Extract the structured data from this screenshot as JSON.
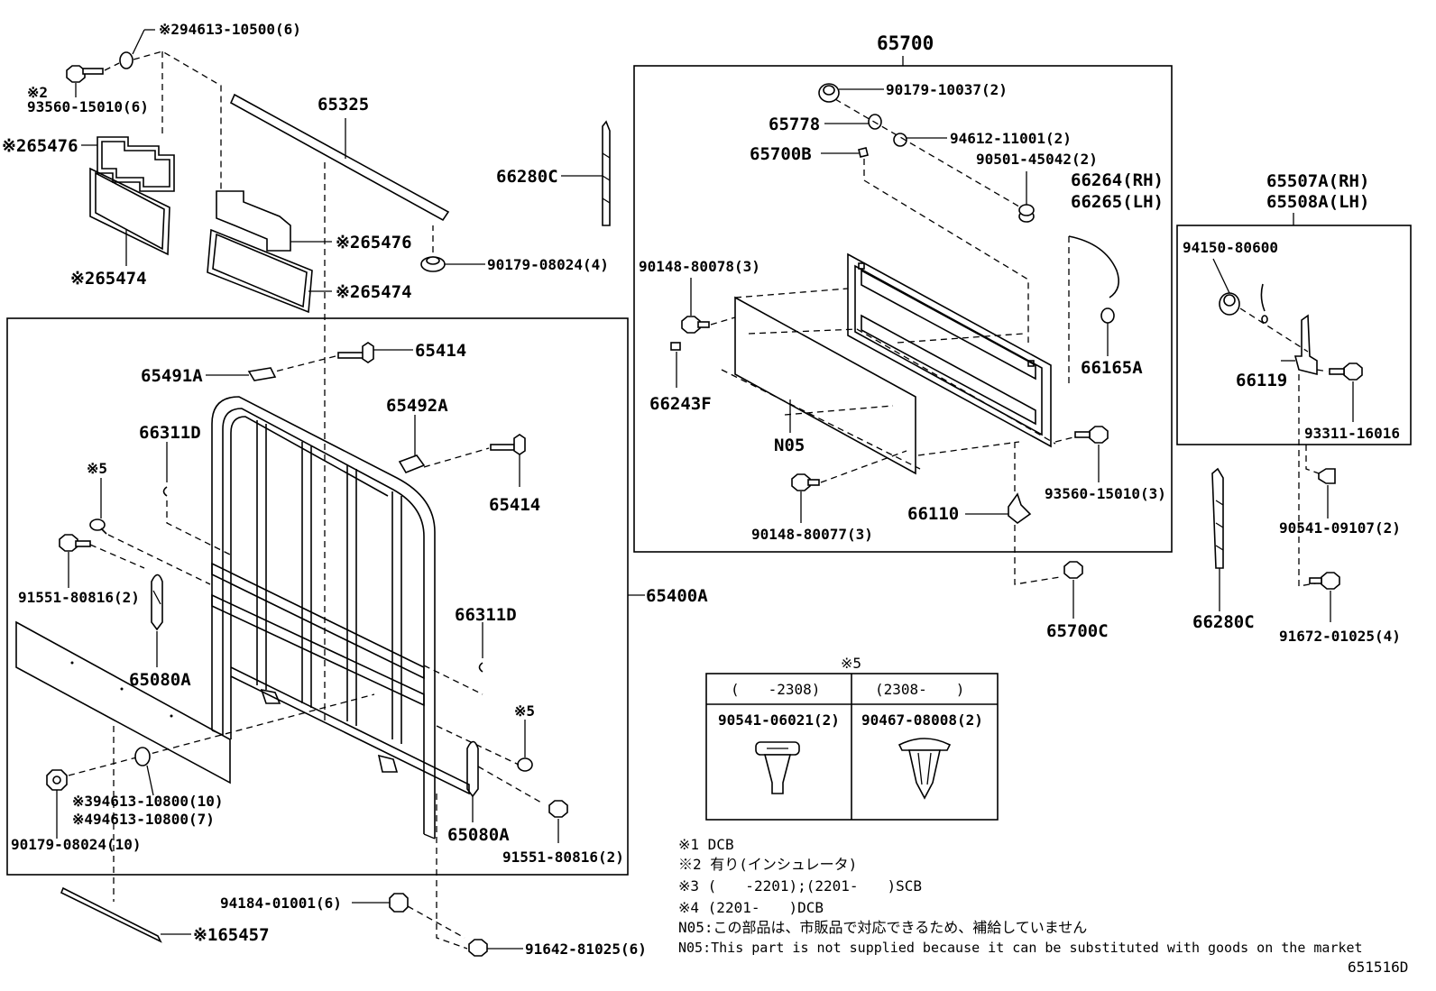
{
  "labels": {
    "l_9461310500": "※294613-10500(6)",
    "l_93560_15010_x2a": "※2",
    "l_93560_15010": "93560-15010(6)",
    "l_65476_a": "※265476",
    "l_65474_a": "※265474",
    "l_65325": "65325",
    "l_65476_b": "※265476",
    "l_65474_b": "※265474",
    "l_9017908024_4": "90179-08024(4)",
    "l_66280C_a": "66280C",
    "l_65700": "65700",
    "l_9017910037": "90179-10037(2)",
    "l_65778": "65778",
    "l_9461211001": "94612-11001(2)",
    "l_65700B": "65700B",
    "l_9050145042": "90501-45042(2)",
    "l_66264": "66264(RH)",
    "l_66265": "66265(LH)",
    "l_9014880078": "90148-80078(3)",
    "l_66165A": "66165A",
    "l_66243F": "66243F",
    "l_N05": "N05",
    "l_9356015010_3": "93560-15010(3)",
    "l_9014880077": "90148-80077(3)",
    "l_66110": "66110",
    "l_65700C": "65700C",
    "l_65507A": "65507A(RH)",
    "l_65508A": "65508A(LH)",
    "l_9415080600": "94150-80600",
    "l_66119": "66119",
    "l_9331116016": "93311-16016",
    "l_9054109107": "90541-09107(2)",
    "l_66280C_b": "66280C",
    "l_9167201025": "91672-01025(4)",
    "l_65414_a": "65414",
    "l_65491A": "65491A",
    "l_65492A": "65492A",
    "l_66311D_a": "66311D",
    "l_65414_b": "65414",
    "l_x5_a": "※5",
    "l_9155180816_a": "91551-80816(2)",
    "l_65080A_a": "65080A",
    "l_65400A": "65400A",
    "l_66311D_b": "66311D",
    "l_x5_b": "※5",
    "l_9461310800_10": "※394613-10800(10)",
    "l_9461310800_7": "※494613-10800(7)",
    "l_9017908024_10": "90179-08024(10)",
    "l_65080A_b": "65080A",
    "l_9155180816_b": "91551-80816(2)",
    "l_9418401001": "94184-01001(6)",
    "l_65457": "※165457",
    "l_9164281025": "91642-81025(6)"
  },
  "table": {
    "title": "※5",
    "col1_range": "(　　-2308)",
    "col2_range": "(2308-　　)",
    "col1_part": "90541-06021(2)",
    "col2_part": "90467-08008(2)"
  },
  "notes": [
    "※1 DCB",
    "※2 有り(インシュレータ)",
    "※3 (　　-2201);(2201-　　)SCB",
    "※4 (2201-　　)DCB",
    "N05:この部品は、市販品で対応できるため、補給していません",
    "N05:This part is not supplied because it can be substituted with goods on the market"
  ],
  "figure_code": "651516D"
}
